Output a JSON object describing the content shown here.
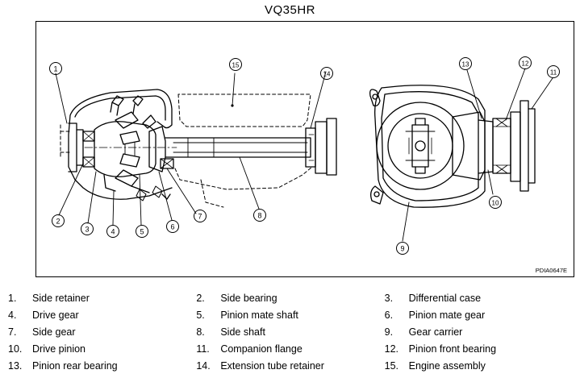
{
  "title": "VQ35HR",
  "figure_code": "PDIA0647E",
  "callouts": [
    "1",
    "2",
    "3",
    "4",
    "5",
    "6",
    "7",
    "8",
    "9",
    "10",
    "11",
    "12",
    "13",
    "14",
    "15"
  ],
  "legend": [
    [
      {
        "num": "1.",
        "label": "Side retainer"
      },
      {
        "num": "2.",
        "label": "Side bearing"
      },
      {
        "num": "3.",
        "label": "Differential case"
      }
    ],
    [
      {
        "num": "4.",
        "label": "Drive gear"
      },
      {
        "num": "5.",
        "label": "Pinion mate shaft"
      },
      {
        "num": "6.",
        "label": "Pinion mate gear"
      }
    ],
    [
      {
        "num": "7.",
        "label": "Side gear"
      },
      {
        "num": "8.",
        "label": "Side shaft"
      },
      {
        "num": "9.",
        "label": "Gear carrier"
      }
    ],
    [
      {
        "num": "10.",
        "label": "Drive pinion"
      },
      {
        "num": "11.",
        "label": "Companion flange"
      },
      {
        "num": "12.",
        "label": "Pinion front bearing"
      }
    ],
    [
      {
        "num": "13.",
        "label": "Pinion rear bearing"
      },
      {
        "num": "14.",
        "label": "Extension tube retainer"
      },
      {
        "num": "15.",
        "label": "Engine assembly"
      }
    ]
  ]
}
